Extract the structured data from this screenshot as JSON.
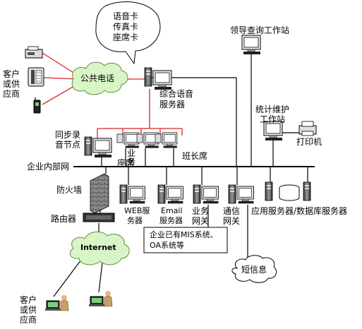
{
  "speech_bubble": {
    "line1": "语音卡",
    "line2": "传真卡",
    "line3": "座席卡"
  },
  "clouds": {
    "pstn": "公共电话",
    "internet": "Internet",
    "sms": "短信息"
  },
  "labels": {
    "customer_top_1": "客户",
    "customer_top_2": "或供",
    "customer_top_3": "应商",
    "customer_bottom_1": "客户",
    "customer_bottom_2": "或供",
    "customer_bottom_3": "应商",
    "voice_server_1": "综合语音",
    "voice_server_2": "服务器",
    "leader_station": "领导查询工作站",
    "stats_station_1": "统计维护",
    "stats_station_2": "工作站",
    "printer": "打印机",
    "recorder_1": "同步录",
    "recorder_2": "音节点",
    "agent_1": "业",
    "agent_2": "务",
    "agent_3": "座席",
    "monitor_seat": "班长席",
    "intranet": "企业内部网",
    "firewall": "防火墙",
    "router": "路由器",
    "web_1": "WEB服",
    "web_2": "务器",
    "email_1": "Email",
    "email_2": "服务器",
    "biz_gw_1": "业务",
    "biz_gw_2": "网关",
    "comm_gw_1": "通信",
    "comm_gw_2": "网关",
    "app_db": "应用服务器/数据库服务器",
    "mis_1": "企业已有MIS系统、",
    "mis_2": "OA系统等"
  },
  "colors": {
    "phone_line": "#e02020",
    "network_line": "#000000",
    "cloud_fill": "#d9f5c8",
    "cloud_stroke": "#5a8f3c"
  }
}
